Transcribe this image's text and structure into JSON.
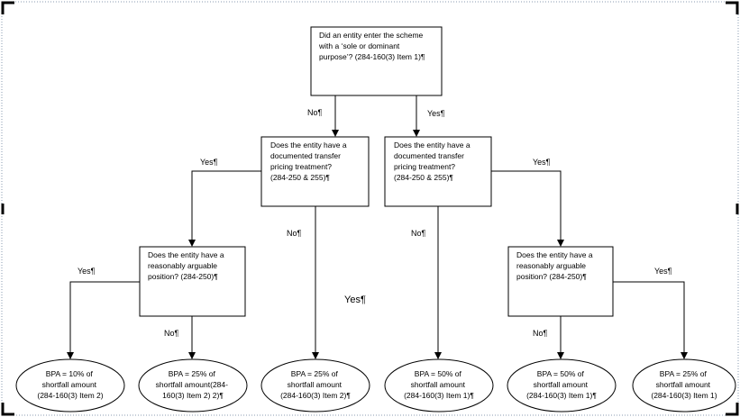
{
  "root": {
    "lines": [
      "Did an entity enter the scheme",
      "with a ‘sole or dominant",
      "purpose’? (284-160(3) Item 1)¶"
    ]
  },
  "left_q": {
    "lines": [
      "Does the entity have a",
      "documented transfer",
      "pricing treatment?",
      "(284-250 & 255)¶"
    ]
  },
  "right_q": {
    "lines": [
      "Does the entity have a",
      "documented transfer",
      "pricing treatment?",
      "(284-250 & 255)¶"
    ]
  },
  "left_arg": {
    "lines": [
      "Does the entity have a",
      "reasonably arguable",
      "position? (284-250)¶"
    ]
  },
  "right_arg": {
    "lines": [
      "Does the entity have a",
      "reasonably arguable",
      "position? (284-250)¶"
    ]
  },
  "edges": {
    "root_no": "No¶",
    "root_yes": "Yes¶",
    "left_q_yes": "Yes¶",
    "left_q_no": "No¶",
    "right_q_no": "No¶",
    "right_q_yes": "Yes¶",
    "left_arg_yes": "Yes¶",
    "left_arg_no": "No¶",
    "mid_yes": "Yes¶",
    "right_arg_no": "No¶",
    "right_arg_yes": "Yes¶"
  },
  "outcomes": [
    {
      "lines": [
        "BPA = 10% of",
        "shortfall amount",
        "(284-160(3) Item 2)"
      ]
    },
    {
      "lines": [
        "BPA = 25% of",
        "shortfall amount(284-",
        "160(3) Item 2) 2)¶"
      ]
    },
    {
      "lines": [
        "BPA = 25% of",
        "shortfall amount",
        "(284-160(3) Item 2)¶"
      ]
    },
    {
      "lines": [
        "BPA = 50% of",
        "shortfall amount",
        "(284-160(3) Item 1)¶"
      ]
    },
    {
      "lines": [
        "BPA = 50% of",
        "shortfall amount",
        "(284-160(3) Item 1)¶"
      ]
    },
    {
      "lines": [
        "BPA = 25% of",
        "shortfall amount",
        "(284-160(3) Item 1)"
      ]
    }
  ]
}
